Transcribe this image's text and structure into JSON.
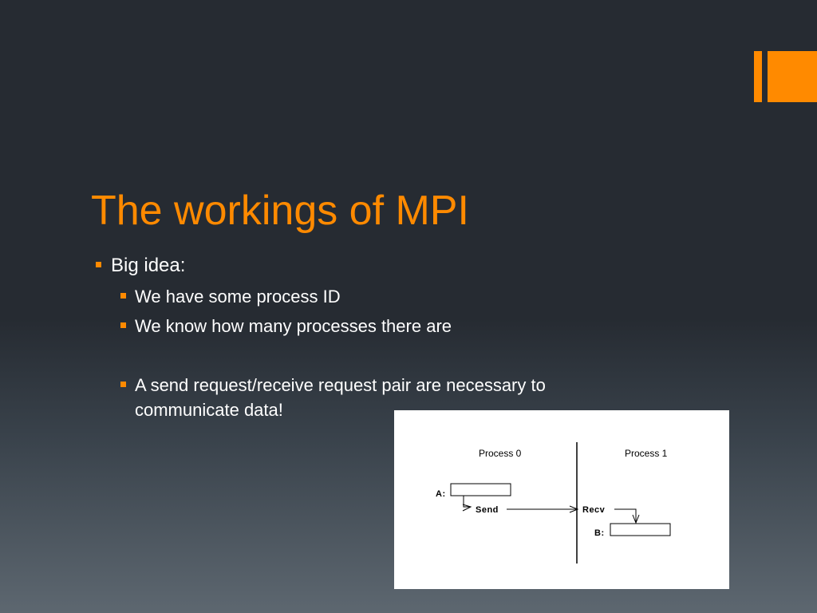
{
  "slide": {
    "title": "The workings of MPI",
    "accent_color": "#ff8a00",
    "background_color": "#262b32",
    "bullets": [
      {
        "level": 1,
        "text": "Big idea:"
      },
      {
        "level": 2,
        "text": "We have some process ID"
      },
      {
        "level": 2,
        "text": "We know how many processes there are"
      },
      {
        "level": 2,
        "text": "A send request/receive request pair are necessary to communicate data!"
      }
    ]
  },
  "figure": {
    "process0_label": "Process 0",
    "process1_label": "Process 1",
    "buffer_a_label": "A:",
    "buffer_b_label": "B:",
    "send_label": "Send",
    "recv_label": "Recv"
  }
}
